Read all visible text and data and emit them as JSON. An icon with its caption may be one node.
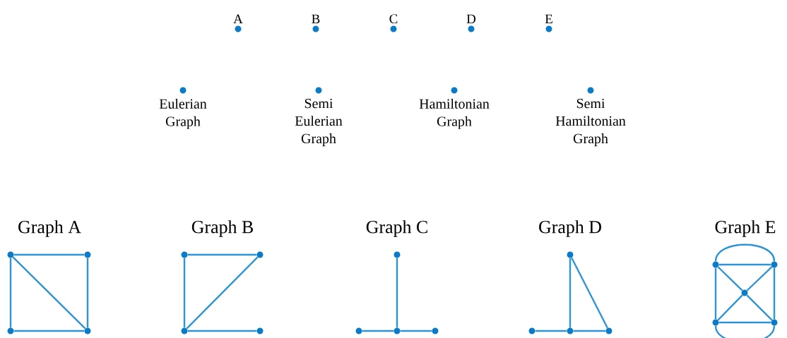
{
  "diagram": {
    "nodes": [
      {
        "text": [
          "A"
        ]
      },
      {
        "text": [
          "B"
        ]
      },
      {
        "text": [
          "C"
        ]
      },
      {
        "text": [
          "D"
        ]
      },
      {
        "text": [
          "E"
        ]
      },
      {
        "text": [
          "Eulerian Graph"
        ]
      },
      {
        "text": [
          "Semi Eulerian Graph"
        ]
      },
      {
        "text": [
          "Hamiltonian Graph"
        ]
      },
      {
        "text": [
          "Semi Hamiltonian Graph"
        ]
      },
      {
        "text": [],
        "shape": "circle"
      },
      {
        "text": [],
        "shape": "circle"
      },
      {
        "text": [],
        "shape": "circle"
      },
      {
        "text": [],
        "shape": "circle"
      },
      {
        "text": [],
        "shape": "circle"
      },
      {
        "text": [],
        "shape": "circle"
      },
      {
        "text": [],
        "shape": "circle"
      },
      {
        "text": [],
        "shape": "circle"
      },
      {
        "text": [],
        "shape": "circle"
      },
      {
        "text": [],
        "shape": "circle"
      },
      {
        "text": [],
        "shape": "circle"
      },
      {
        "text": [],
        "shape": "circle"
      },
      {
        "text": [],
        "shape": "circle"
      },
      {
        "text": [],
        "shape": "circle"
      },
      {
        "text": [],
        "shape": "circle"
      },
      {
        "text": [],
        "shape": "circle"
      },
      {
        "text": [],
        "shape": "circle"
      },
      {
        "text": [],
        "shape": "circle"
      },
      {
        "text": [],
        "shape": "circle"
      },
      {
        "text": [],
        "shape": "circle"
      },
      {
        "text": [],
        "shape": "circle"
      }
    ],
    "edges": [
      {
        "from": 9,
        "to": 10,
        "arrow": "none"
      },
      {
        "from": 9,
        "to": 11,
        "arrow": "none"
      },
      {
        "from": 11,
        "to": 12,
        "arrow": "none"
      },
      {
        "from": 10,
        "to": 12,
        "arrow": "none"
      },
      {
        "from": 9,
        "to": 12,
        "arrow": "none"
      },
      {
        "from": 13,
        "to": 14,
        "arrow": "none"
      },
      {
        "from": 13,
        "to": 15,
        "arrow": "none"
      },
      {
        "from": 15,
        "to": 14,
        "arrow": "none"
      },
      {
        "from": 15,
        "to": 16,
        "arrow": "none"
      },
      {
        "from": 17,
        "to": 19,
        "arrow": "none"
      },
      {
        "from": 18,
        "to": 19,
        "arrow": "none"
      },
      {
        "from": 19,
        "to": 20,
        "arrow": "none"
      },
      {
        "from": 21,
        "to": 23,
        "arrow": "none"
      },
      {
        "from": 21,
        "to": 24,
        "arrow": "none"
      },
      {
        "from": 22,
        "to": 23,
        "arrow": "none"
      },
      {
        "from": 23,
        "to": 24,
        "arrow": "none"
      },
      {
        "from": 25,
        "to": 26,
        "arrow": "none"
      },
      {
        "from": 25,
        "to": 26,
        "arrow": "none"
      },
      {
        "from": 28,
        "to": 29,
        "arrow": "none"
      },
      {
        "from": 28,
        "to": 29,
        "arrow": "none"
      },
      {
        "from": 25,
        "to": 28,
        "arrow": "none"
      },
      {
        "from": 26,
        "to": 29,
        "arrow": "none"
      },
      {
        "from": 25,
        "to": 27,
        "arrow": "none"
      },
      {
        "from": 26,
        "to": 27,
        "arrow": "none"
      },
      {
        "from": 28,
        "to": 27,
        "arrow": "none"
      },
      {
        "from": 29,
        "to": 27,
        "arrow": "none"
      }
    ],
    "labels": [
      "Graph A",
      "Graph B",
      "Graph C",
      "Graph D",
      "Graph E"
    ]
  }
}
